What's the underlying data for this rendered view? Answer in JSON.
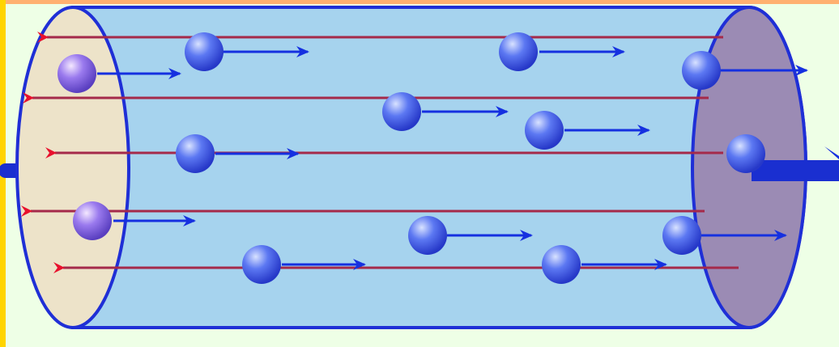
{
  "diagram": {
    "subject": "conductor-cylinder-with-charges",
    "colors": {
      "background": "#EEFFE6",
      "left_border": "#FFD400",
      "top_border": "#FFB070",
      "cylinder_body": "#A6D3EE",
      "cylinder_outline": "#1F2FD6",
      "left_face": "#EDE3C9",
      "right_face": "#9B8BB4",
      "red_arrow": "#E8112D",
      "red_arrow_line": "#A52A4A",
      "blue_arrow": "#1530E0",
      "particle": "#4F6BF0",
      "particle_purple": "#8A6BE8",
      "wire": "#1A2FD0"
    },
    "particles": [
      {
        "kind": "blue"
      },
      {
        "kind": "blue"
      },
      {
        "kind": "blue"
      },
      {
        "kind": "blue"
      },
      {
        "kind": "blue"
      },
      {
        "kind": "blue"
      },
      {
        "kind": "blue"
      },
      {
        "kind": "blue"
      },
      {
        "kind": "blue"
      },
      {
        "kind": "blue"
      },
      {
        "kind": "blue"
      },
      {
        "kind": "blue"
      },
      {
        "kind": "purple"
      },
      {
        "kind": "purple"
      }
    ],
    "red_arrows_count": 5
  }
}
